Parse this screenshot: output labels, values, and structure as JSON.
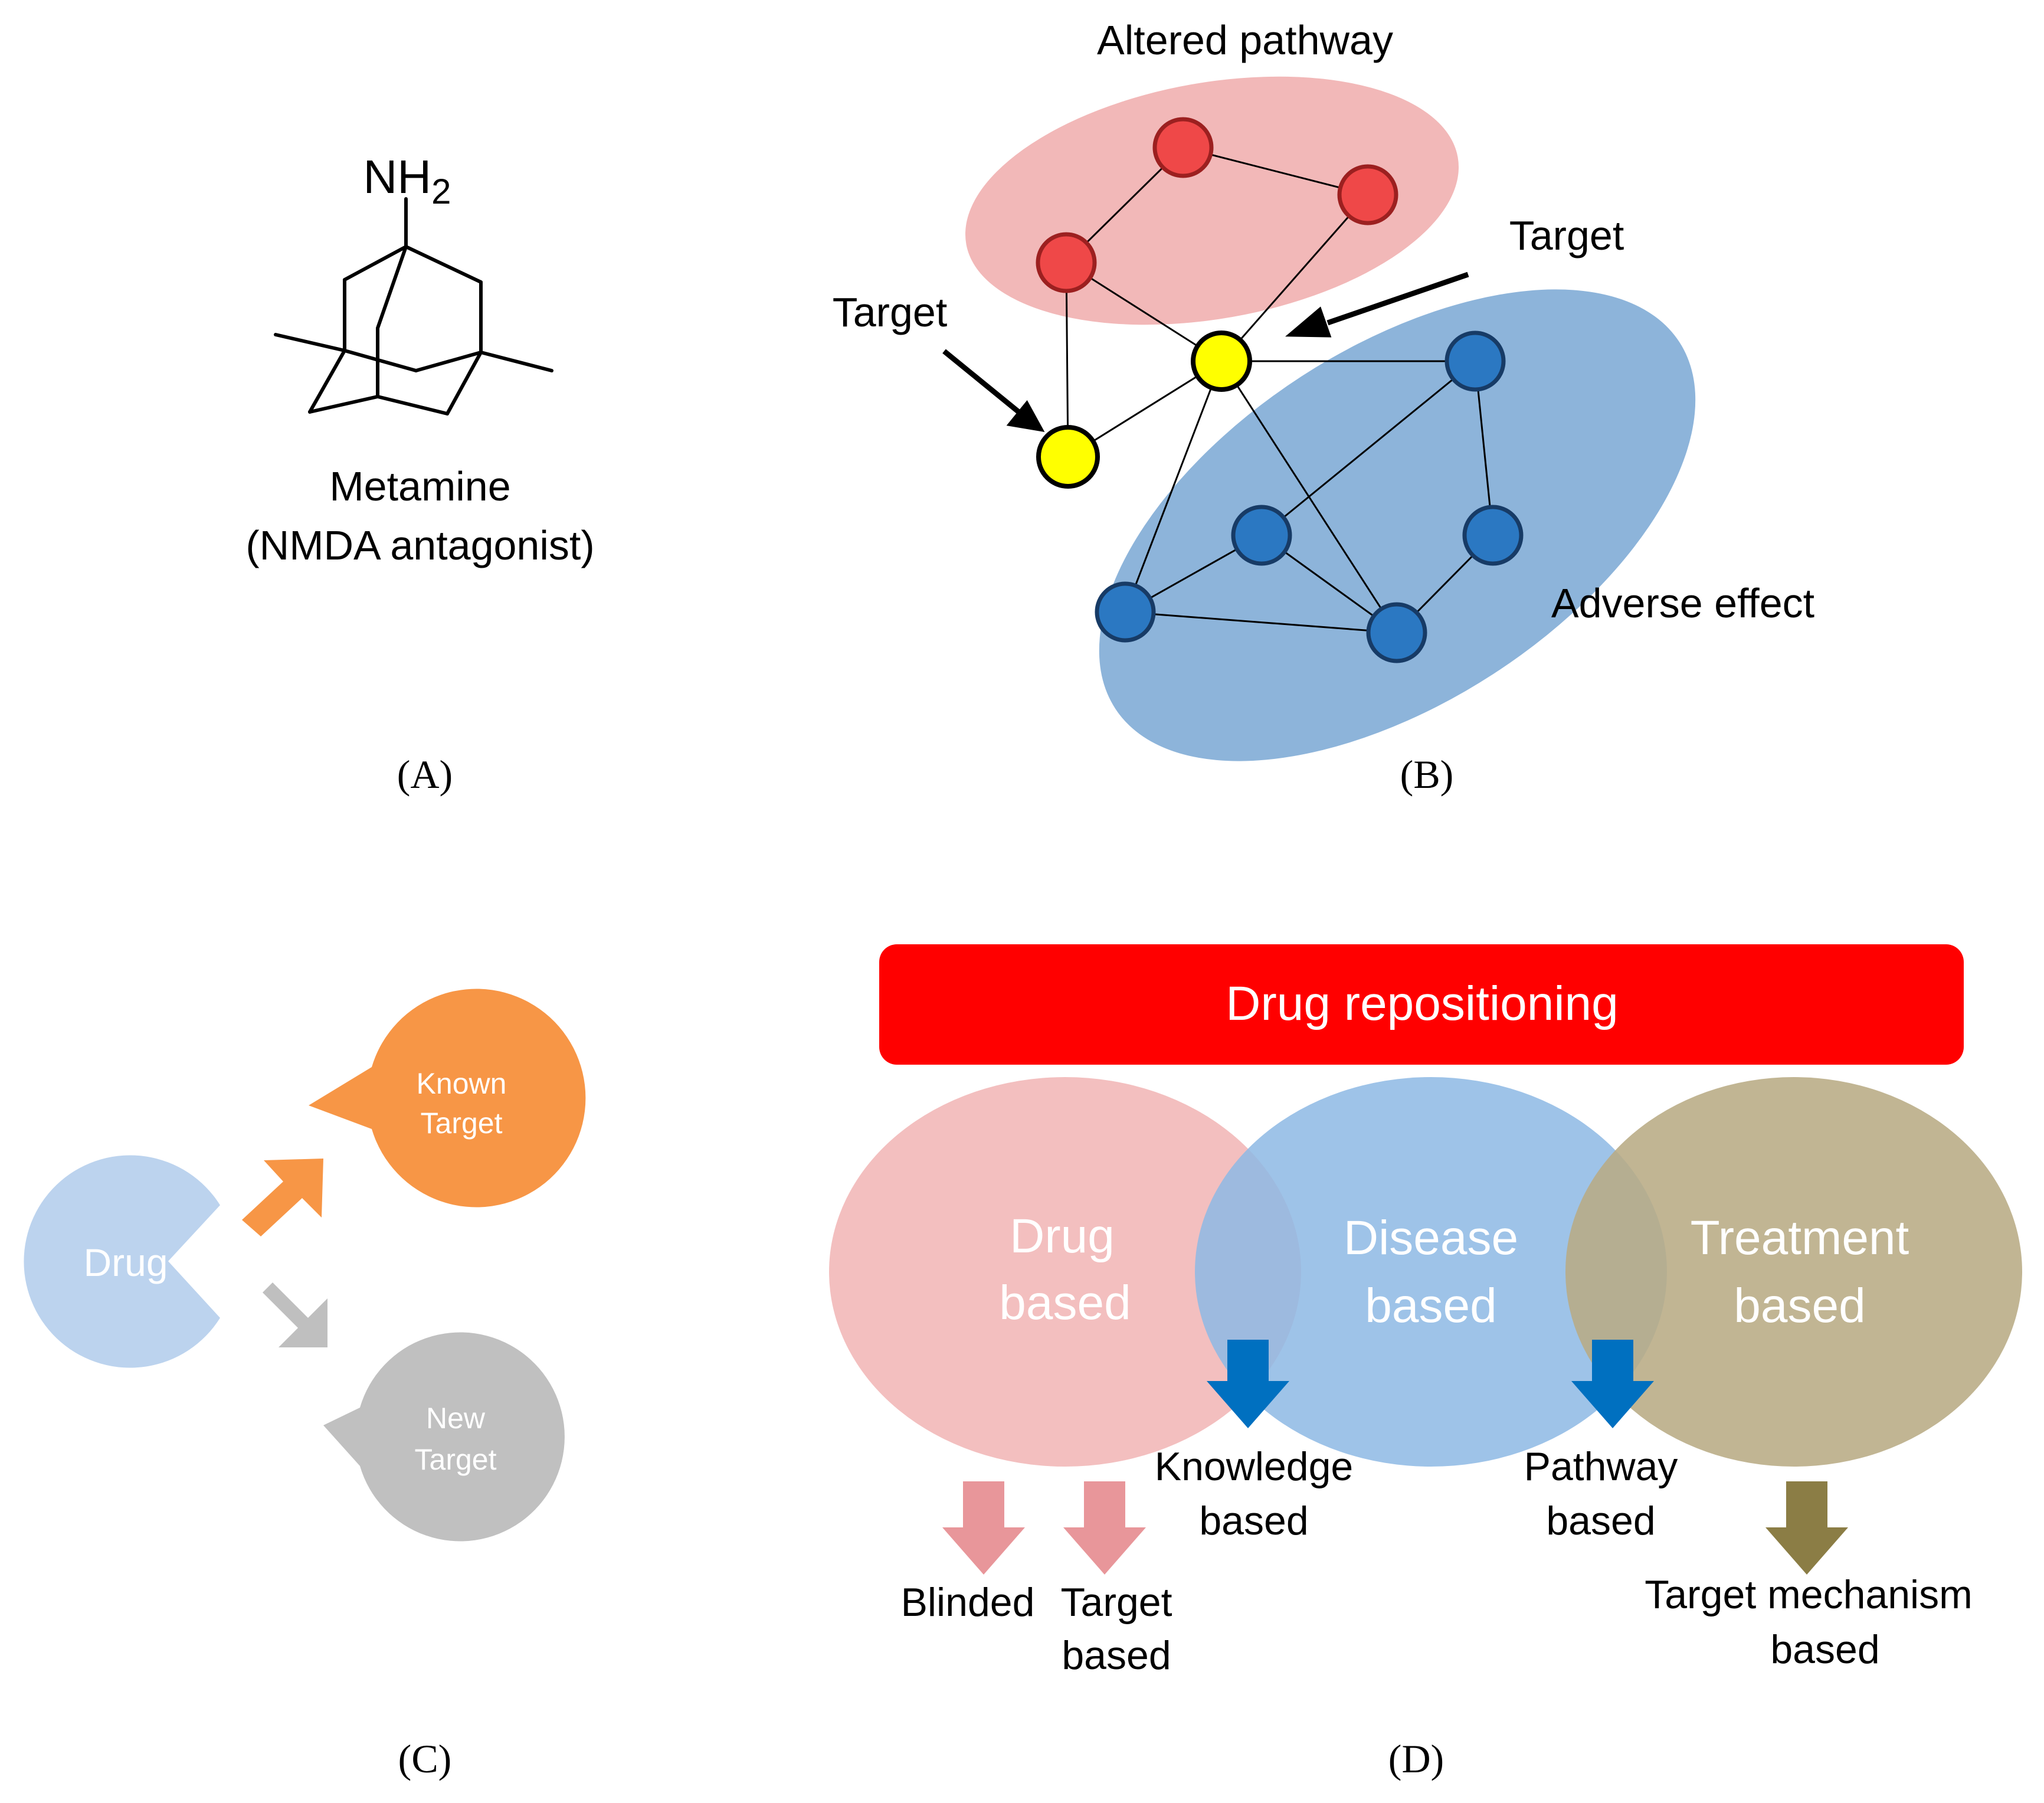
{
  "panel_a": {
    "amine_label": "NH",
    "amine_subscript": "2",
    "compound_name": "Metamine",
    "compound_class": "(NMDA antagonist)",
    "panel_label": "(A)"
  },
  "panel_b": {
    "altered_pathway_label": "Altered pathway",
    "target_label_left": "Target",
    "target_label_right": "Target",
    "adverse_effect_label": "Adverse effect",
    "panel_label": "(B)",
    "colors": {
      "pathway_region": "#f2b8b8",
      "pathway_node": "#ef4848",
      "target_node": "#ffff00",
      "adverse_region": "#8db4da",
      "adverse_node": "#2b78c2"
    }
  },
  "panel_c": {
    "drug_label": "Drug",
    "known_target_line1": "Known",
    "known_target_line2": "Target",
    "new_target_line1": "New",
    "new_target_line2": "Target",
    "panel_label": "(C)",
    "colors": {
      "drug": "#bcd3ee",
      "known_target": "#f79646",
      "new_target": "#c0c0c0",
      "arrow_up": "#f79646",
      "arrow_down": "#bfbfbf"
    }
  },
  "panel_d": {
    "header": "Drug repositioning",
    "drug_based_line1": "Drug",
    "drug_based_line2": "based",
    "disease_based_line1": "Disease",
    "disease_based_line2": "based",
    "treatment_based_line1": "Treatment",
    "treatment_based_line2": "based",
    "knowledge_line1": "Knowledge",
    "knowledge_line2": "based",
    "pathway_line1": "Pathway",
    "pathway_line2": "based",
    "blinded": "Blinded",
    "target_based_line1": "Target",
    "target_based_line2": "based",
    "target_mechanism_line1": "Target mechanism",
    "target_mechanism_line2": "based",
    "panel_label": "(D)",
    "colors": {
      "header": "#ff0000",
      "drug_circle": "#f2b8b8",
      "disease_circle": "#8db9e4",
      "treatment_circle": "#b8ab84",
      "arrow_pink": "#e8969a",
      "arrow_blue": "#0070c0",
      "arrow_olive": "#8b7d45"
    }
  }
}
